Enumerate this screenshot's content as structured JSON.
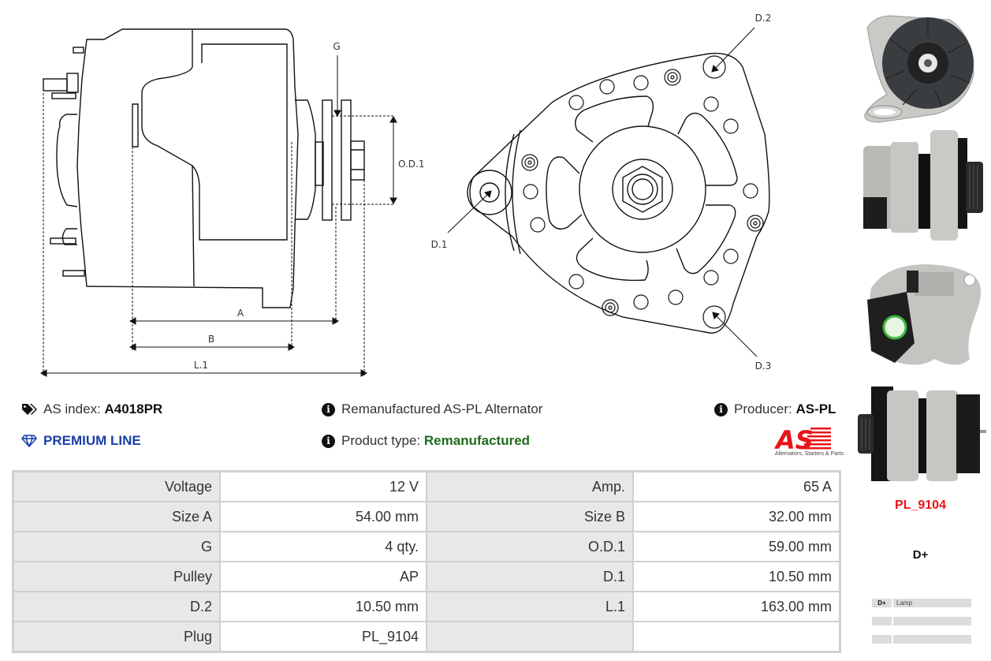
{
  "diagram_side": {
    "labels": {
      "g": "G",
      "od1": "O.D.1",
      "a": "A",
      "b": "B",
      "l1": "L.1"
    }
  },
  "diagram_front": {
    "labels": {
      "d1": "D.1",
      "d2": "D.2",
      "d3": "D.3"
    }
  },
  "info": {
    "as_index_label": "AS index:",
    "as_index_value": "A4018PR",
    "premium_line": "PREMIUM LINE",
    "description": "Remanufactured AS-PL Alternator",
    "product_type_label": "Product type:",
    "product_type_value": "Remanufactured",
    "producer_label": "Producer:",
    "producer_value": "AS-PL",
    "logo_text": "AS",
    "logo_tagline": "Alternators, Starters & Parts"
  },
  "specs": [
    {
      "k1": "Voltage",
      "v1": "12 V",
      "k2": "Amp.",
      "v2": "65 A"
    },
    {
      "k1": "Size A",
      "v1": "54.00 mm",
      "k2": "Size B",
      "v2": "32.00 mm"
    },
    {
      "k1": "G",
      "v1": "4 qty.",
      "k2": "O.D.1",
      "v2": "59.00 mm"
    },
    {
      "k1": "Pulley",
      "v1": "AP",
      "k2": "D.1",
      "v2": "10.50 mm"
    },
    {
      "k1": "D.2",
      "v1": "10.50 mm",
      "k2": "L.1",
      "v2": "163.00 mm"
    },
    {
      "k1": "Plug",
      "v1": "PL_9104",
      "k2": "",
      "v2": ""
    }
  ],
  "plug": {
    "code": "PL_9104",
    "terminal": "D+",
    "pins": [
      {
        "pin": "D+",
        "function": "Lamp"
      },
      {
        "pin": "",
        "function": ""
      },
      {
        "pin": "",
        "function": ""
      }
    ]
  },
  "colors": {
    "premium": "#1a3fa8",
    "product_type": "#1e6b1e",
    "plug_code": "#e8141a",
    "logo_red": "#e8141a"
  }
}
